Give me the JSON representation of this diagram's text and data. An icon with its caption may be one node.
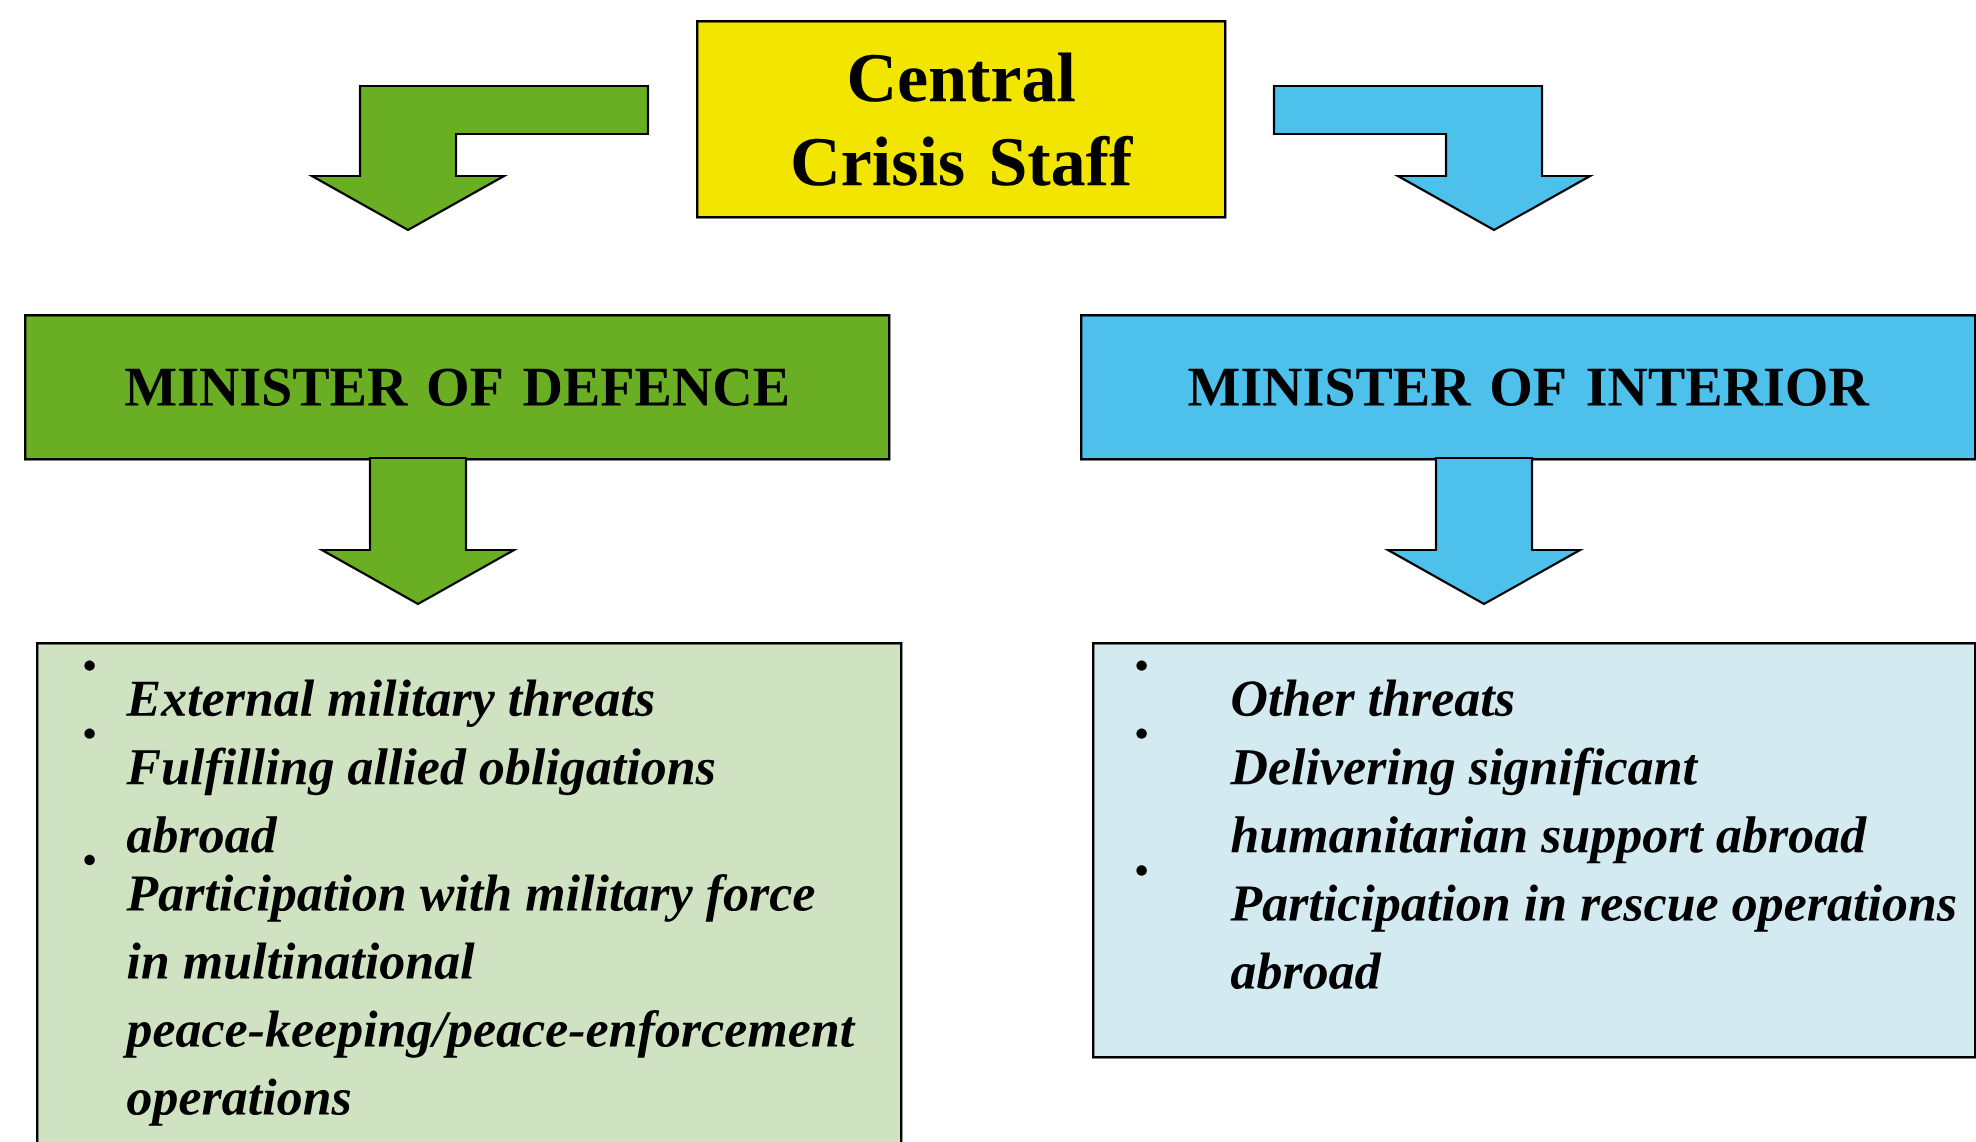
{
  "diagram": {
    "nodes": [
      {
        "text": [
          "Central Crisis Staff"
        ]
      },
      {
        "text": [
          "MINISTER OF DEFENCE"
        ]
      },
      {
        "text": [
          "MINISTER OF INTERIOR"
        ]
      },
      {
        "text": [
          "External military threats",
          "Fulfilling allied obligations abroad",
          "Participation with military force in multinational peace-keeping/peace-enforcement operations"
        ]
      },
      {
        "text": [
          "Other threats",
          "Delivering significant humanitarian support abroad",
          "Participation in rescue operations abroad"
        ]
      }
    ],
    "edges": [
      {
        "from": 0,
        "to": 1,
        "arrow": "to",
        "color": "#6aaf23"
      },
      {
        "from": 0,
        "to": 2,
        "arrow": "to",
        "color": "#4dc1ec"
      },
      {
        "from": 1,
        "to": 3,
        "arrow": "to",
        "color": "#6aaf23"
      },
      {
        "from": 2,
        "to": 4,
        "arrow": "to",
        "color": "#4dc1ec"
      }
    ]
  }
}
